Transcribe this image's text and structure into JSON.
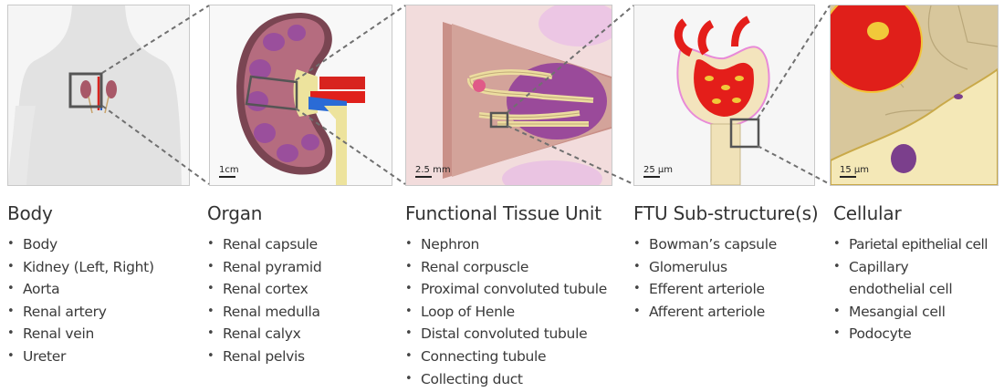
{
  "panels": [
    {
      "id": "body",
      "scale": ""
    },
    {
      "id": "organ",
      "scale": "1cm"
    },
    {
      "id": "ftu",
      "scale": "2.5 mm"
    },
    {
      "id": "substructure",
      "scale": "25 µm"
    },
    {
      "id": "cellular",
      "scale": "15 µm"
    }
  ],
  "columns": [
    {
      "title": "Body",
      "items": [
        "Body",
        "Kidney (Left, Right)",
        "Aorta",
        "Renal artery",
        "Renal vein",
        "Ureter"
      ]
    },
    {
      "title": "Organ",
      "items": [
        "Renal capsule",
        "Renal pyramid",
        "Renal cortex",
        "Renal medulla",
        "Renal calyx",
        "Renal pelvis"
      ]
    },
    {
      "title": "Functional Tissue Unit",
      "items": [
        "Nephron",
        "Renal corpuscle",
        "Proximal convoluted tubule",
        "Loop of Henle",
        "Distal convoluted tubule",
        "Connecting tubule",
        "Collecting duct"
      ]
    },
    {
      "title": "FTU Sub-structure(s)",
      "items": [
        "Bowman’s capsule",
        "Glomerulus",
        "Efferent arteriole",
        "Afferent arteriole"
      ]
    },
    {
      "title": "Cellular",
      "items": [
        "Parietal epithelial cell",
        "Capillary",
        "endothelial cell",
        "Mesangial cell",
        "Podocyte"
      ]
    }
  ],
  "colors": {
    "kidney": "#b86a7a",
    "pyramid": "#9c4f9a",
    "artery": "#e0201b",
    "vein": "#2a6bd6",
    "tubule": "#ece3a6",
    "tissue": "#d9c9a0"
  }
}
